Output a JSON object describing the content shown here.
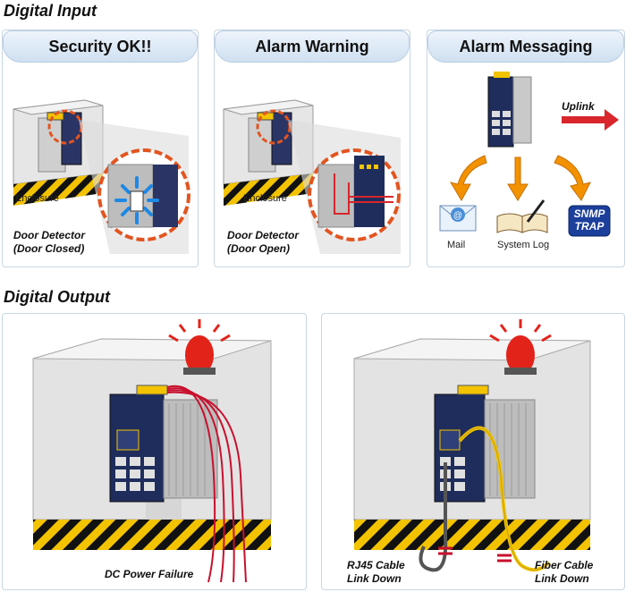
{
  "digital_input": {
    "title": "Digital Input",
    "panels": [
      {
        "title": "Security OK!!",
        "enclosure_label": "Enclosure",
        "detector_line1": "Door Detector",
        "detector_line2": "(Door Closed)"
      },
      {
        "title": "Alarm Warning",
        "enclosure_label": "Enclosure",
        "detector_line1": "Door Detector",
        "detector_line2": "(Door Open)"
      },
      {
        "title": "Alarm Messaging",
        "uplink_label": "Uplink",
        "mail_label": "Mail",
        "syslog_label": "System Log",
        "snmp_line1": "SNMP",
        "snmp_line2": "TRAP"
      }
    ]
  },
  "digital_output": {
    "title": "Digital Output",
    "left_label": "DC Power Failure",
    "rj45_line1": "RJ45 Cable",
    "rj45_line2": "Link Down",
    "fiber_line1": "Fiber Cable",
    "fiber_line2": "Link Down"
  },
  "colors": {
    "hazard_yellow": "#f3c300",
    "alarm_red": "#e2231a",
    "switch_navy": "#1f2d5c",
    "arrow_orange": "#f39200",
    "panel_blue": "#cfe0f1"
  }
}
